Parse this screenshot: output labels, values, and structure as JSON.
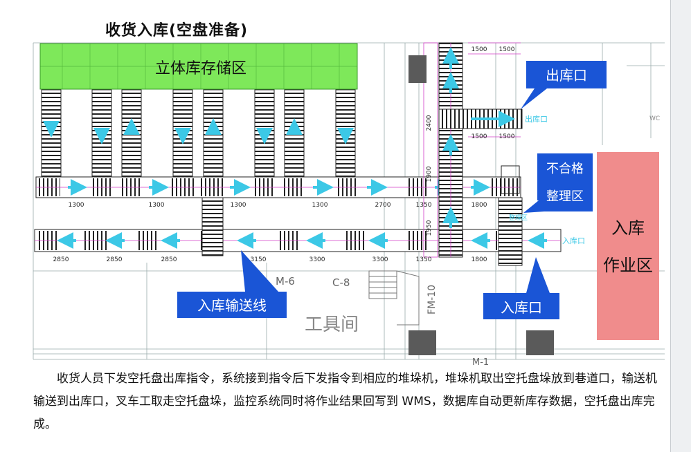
{
  "title": "收货入库(空盘准备)",
  "zones": {
    "storage": "立体库存储区",
    "inbound_work": [
      "入库",
      "作业区"
    ]
  },
  "callouts": {
    "outbound_port": "出库口",
    "reject_area": [
      "不合格",
      "整理区"
    ],
    "inbound_line": "入库输送线",
    "inbound_port": "入库口"
  },
  "drawing_labels": {
    "outbound_small": "出库口",
    "inbound_small": "入库口",
    "reject_small": "整理区",
    "tool_room": "工具间",
    "room_m6": "M-6",
    "room_c8": "C-8",
    "fm10": "FM-10",
    "m1": "M-1",
    "wc": "WC"
  },
  "dimensions": {
    "top_row": [
      "1300",
      "1300",
      "1300",
      "1300",
      "2700",
      "1350",
      "1800"
    ],
    "bottom_row": [
      "2850",
      "2850",
      "2850",
      "3150",
      "3300",
      "3300",
      "1350",
      "1800"
    ],
    "upper_right": [
      "1500",
      "1500"
    ],
    "mid_right": [
      "1500",
      "1500"
    ],
    "vertical": [
      "2400",
      "1900",
      "1950"
    ]
  },
  "description": "收货人员下发空托盘出库指令，系统接到指令后下发指令到相应的堆垛机，堆垛机取出空托盘垛放到巷道口，输送机输送到出库口，叉车工取走空托盘垛，监控系统同时将作业结果回写到 WMS，数据库自动更新库存数据，空托盘出库完成。",
  "colors": {
    "storage_green": "#7ee85a",
    "callout_blue": "#1a55d6",
    "inbound_pink": "#f08c8c",
    "arrow_cyan": "#3cc8e6",
    "conveyor_magenta": "#d23cc8"
  }
}
